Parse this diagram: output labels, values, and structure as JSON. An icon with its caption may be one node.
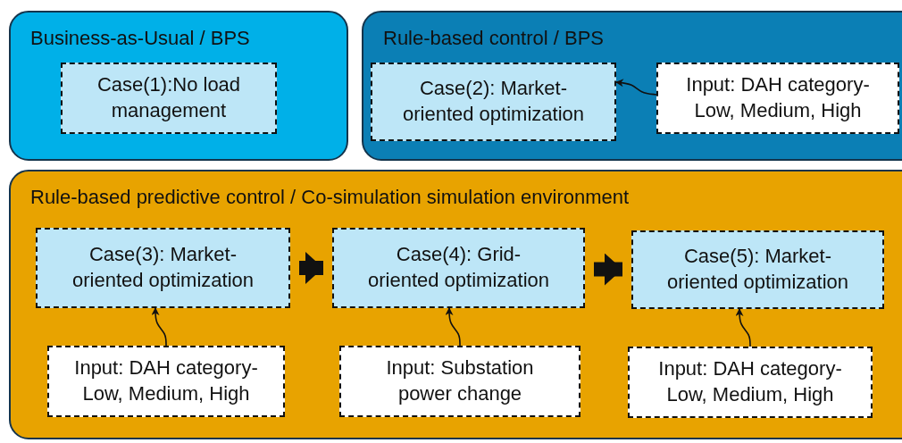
{
  "diagram": {
    "nodes": [
      {
        "text": [
          "Business-as-Usual / BPS"
        ]
      },
      {
        "text": [
          "Case(1):No load management"
        ],
        "in": 0
      },
      {
        "text": [
          "Rule-based control / BPS"
        ]
      },
      {
        "text": [
          "Case(2): Market-oriented optimization"
        ],
        "in": 2
      },
      {
        "text": [
          "Input: DAH category- Low, Medium, High"
        ],
        "in": 2
      },
      {
        "text": [
          "Rule-based predictive control / Co-simulation simulation environment"
        ]
      },
      {
        "text": [
          "Case(3): Market-oriented optimization"
        ],
        "in": 5
      },
      {
        "text": [
          "Case(4): Grid-oriented optimization"
        ],
        "in": 5
      },
      {
        "text": [
          "Case(5): Market-oriented optimization"
        ],
        "in": 5
      },
      {
        "text": [
          "Input: DAH category- Low, Medium, High"
        ],
        "in": 5
      },
      {
        "text": [
          "Input: Substation power change"
        ],
        "in": 5
      },
      {
        "text": [
          "Input: DAH category- Low, Medium, High"
        ],
        "in": 5
      }
    ],
    "edges": [
      {
        "from": 4,
        "to": 3,
        "arrow": "to"
      },
      {
        "from": 6,
        "to": 7,
        "arrow": "to",
        "style": "thick"
      },
      {
        "from": 7,
        "to": 8,
        "arrow": "to",
        "style": "thick"
      },
      {
        "from": 9,
        "to": 6,
        "arrow": "to"
      },
      {
        "from": 10,
        "to": 7,
        "arrow": "to"
      },
      {
        "from": 11,
        "to": 8,
        "arrow": "to"
      }
    ]
  }
}
